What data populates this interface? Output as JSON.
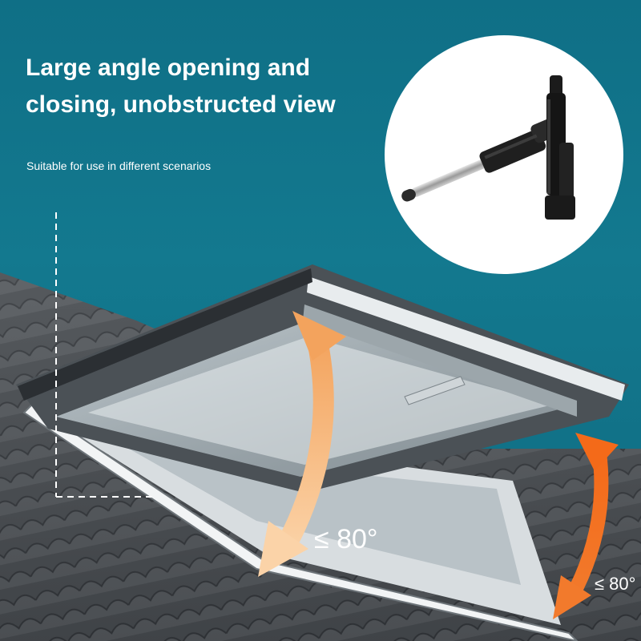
{
  "headline": {
    "line1": "Large angle opening and",
    "line2": "closing, unobstructed view"
  },
  "subline": "Suitable for use in different scenarios",
  "angles": {
    "left": "≤ 80°",
    "right": "≤ 80°"
  },
  "colors": {
    "background": "#13798f",
    "arrow_light": "#f6b97a",
    "arrow_orange": "#f06a1e",
    "text": "#ffffff"
  },
  "icons": {
    "product": "gas-spring-actuator",
    "arrows": "double-curved-arrow"
  }
}
